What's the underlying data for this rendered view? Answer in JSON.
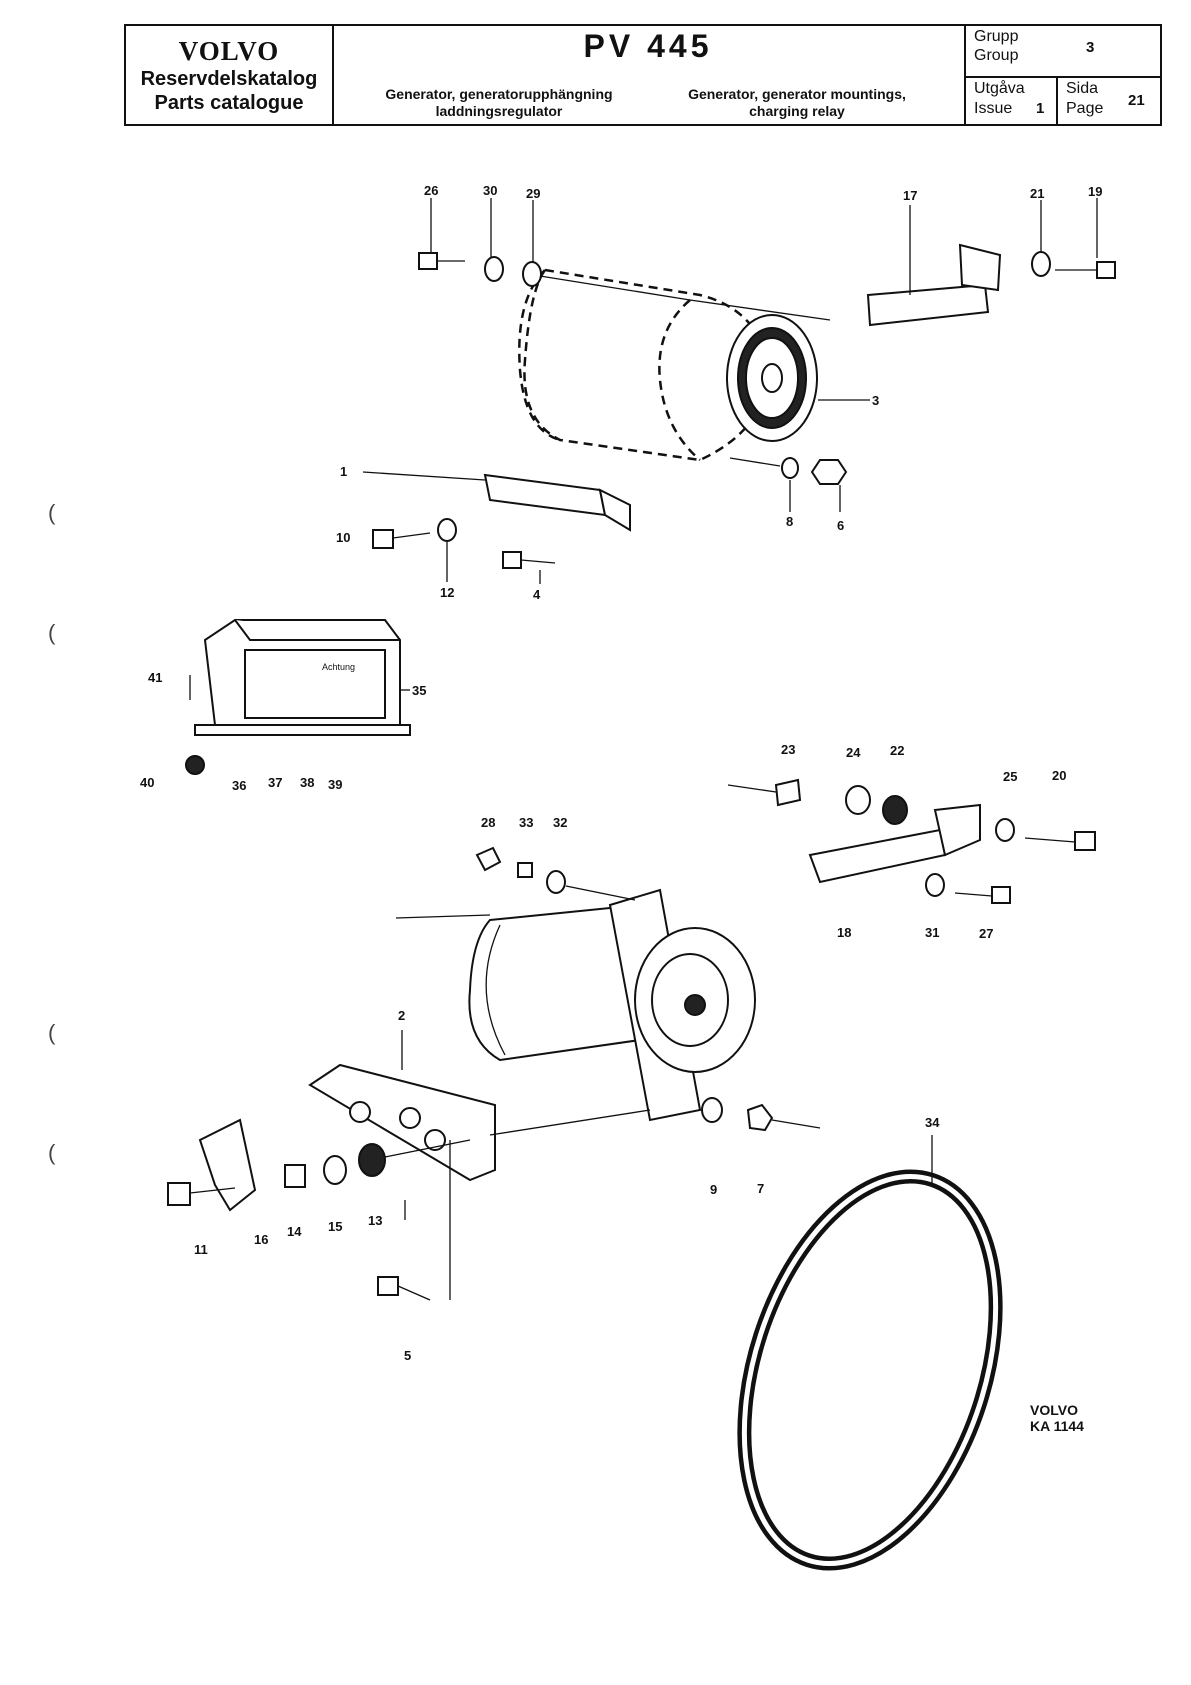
{
  "header": {
    "brand": "VOLVO",
    "catalogue_sv": "Reservdelskatalog",
    "catalogue_en": "Parts catalogue",
    "model": "PV 445",
    "title_sv_line1": "Generator, generatorupphängning",
    "title_sv_line2": "laddningsregulator",
    "title_en_line1": "Generator, generator mountings,",
    "title_en_line2": "charging relay",
    "group_label_sv": "Grupp",
    "group_label_en": "Group",
    "group_value": "3",
    "issue_label_sv": "Utgåva",
    "issue_label_en": "Issue",
    "issue_value": "1",
    "page_label_sv": "Sida",
    "page_label_en": "Page",
    "page_value": "21"
  },
  "callouts": {
    "n1": "1",
    "n2": "2",
    "n3": "3",
    "n4": "4",
    "n5": "5",
    "n6": "6",
    "n7": "7",
    "n8": "8",
    "n9": "9",
    "n10": "10",
    "n11": "11",
    "n12": "12",
    "n13": "13",
    "n14": "14",
    "n15": "15",
    "n16": "16",
    "n17": "17",
    "n18": "18",
    "n19": "19",
    "n20": "20",
    "n21": "21",
    "n22": "22",
    "n23": "23",
    "n24": "24",
    "n25": "25",
    "n26": "26",
    "n27": "27",
    "n28": "28",
    "n29": "29",
    "n30": "30",
    "n31": "31",
    "n32": "32",
    "n33": "33",
    "n34": "34",
    "n35": "35",
    "n36": "36",
    "n37": "37",
    "n38": "38",
    "n39": "39",
    "n40": "40",
    "n41": "41"
  },
  "relay_plate": {
    "line1": "Achtung"
  },
  "footer_ref": {
    "line1": "VOLVO",
    "line2": "KA 1144"
  }
}
